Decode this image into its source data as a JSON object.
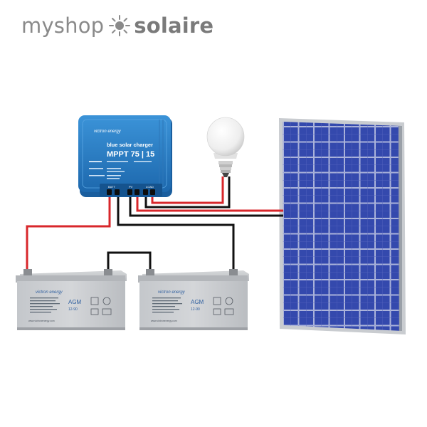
{
  "logo": {
    "word1": "myshop",
    "word2": "solaire",
    "icon": "sun-icon",
    "color": "#8a8a8a"
  },
  "controller": {
    "brand": "victron energy",
    "product": "blue solar charger",
    "model": "MPPT 75 | 15",
    "terminal_labels": [
      "BATT",
      "PV",
      "LOAD"
    ],
    "body_color": "#2a7fc6"
  },
  "battery_left": {
    "brand": "victron energy",
    "type_label": "AGM",
    "spec_label": "12-90",
    "url": "www.victronenergy.com"
  },
  "battery_right": {
    "brand": "victron energy",
    "type_label": "AGM",
    "spec_label": "12-90",
    "url": "www.victronenergy.com"
  },
  "bulb": {
    "icon": "light-bulb-icon"
  },
  "panel": {
    "icon": "solar-panel-icon",
    "cell_color": "#2b3f9c"
  },
  "wires": {
    "positive_color": "#d8272b",
    "negative_color": "#111111"
  }
}
